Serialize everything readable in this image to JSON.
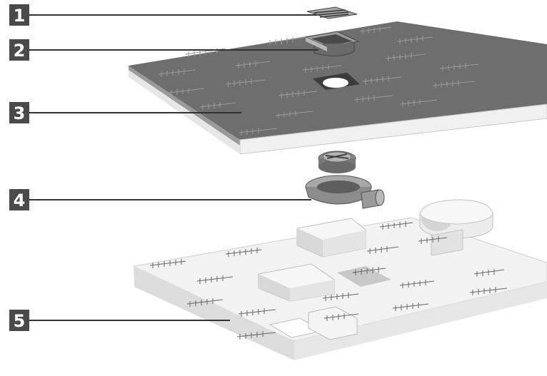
{
  "callouts": [
    {
      "id": "1",
      "label": "1",
      "part": "drain-grate"
    },
    {
      "id": "2",
      "label": "2",
      "part": "drain-collar"
    },
    {
      "id": "3",
      "label": "3",
      "part": "shower-tray-board"
    },
    {
      "id": "4",
      "label": "4",
      "part": "floor-drain-body"
    },
    {
      "id": "5",
      "label": "5",
      "part": "foam-subfloor-board"
    }
  ],
  "colors": {
    "callout_box": "#4a4a4a",
    "callout_line": "#333333",
    "board_top": "#6f6f6f",
    "board_side": "#8e8e8e",
    "board_edge": "#ececec",
    "foam_top": "#f3f3f3",
    "foam_side": "#d9d9d9",
    "marking": "#555555"
  }
}
